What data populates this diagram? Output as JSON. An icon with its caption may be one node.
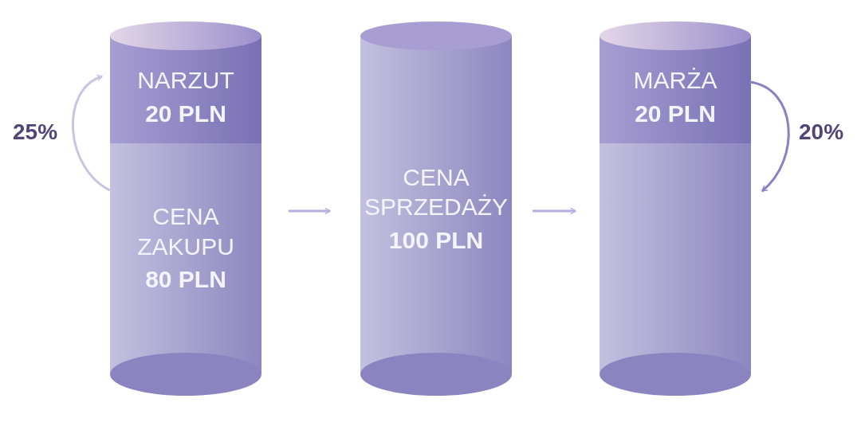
{
  "diagram": {
    "nodes": [
      {
        "text": [],
        "shape": "cylinder"
      },
      {
        "text": [
          "NARZUT",
          "20 PLN"
        ],
        "in": 0
      },
      {
        "text": [
          "CENA ZAKUPU",
          "80 PLN"
        ],
        "in": 0
      },
      {
        "text": [
          "CENA SPRZEDAŻY",
          "100 PLN"
        ]
      },
      {
        "text": [],
        "shape": "cylinder"
      },
      {
        "text": [
          "MARŻA",
          "20 PLN"
        ],
        "in": 4
      }
    ],
    "edges": [
      {
        "from": 2,
        "to": 1,
        "arrow": "to",
        "label": "25%"
      },
      {
        "from": 0,
        "to": 3,
        "arrow": "to"
      },
      {
        "from": 3,
        "to": 4,
        "arrow": "to"
      },
      {
        "from": 5,
        "to": 4,
        "arrow": "to",
        "label": "20%"
      }
    ]
  }
}
